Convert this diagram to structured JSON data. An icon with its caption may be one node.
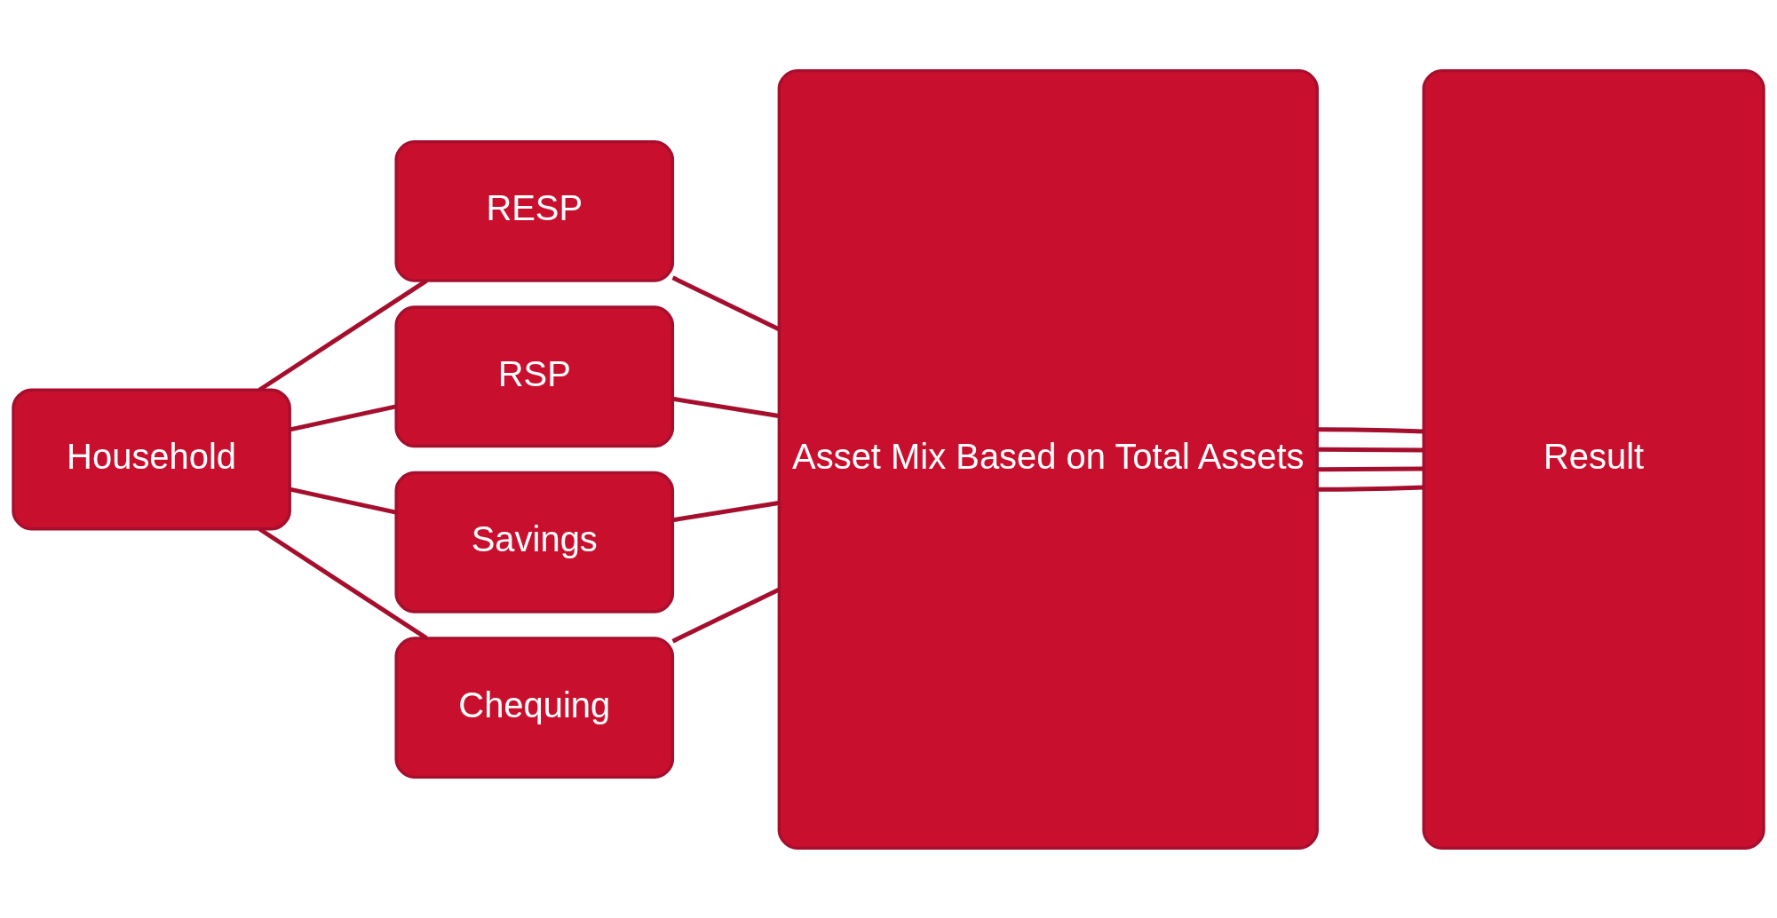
{
  "diagram": {
    "nodes": [
      {
        "text": [
          "Household"
        ]
      },
      {
        "text": [
          "RESP"
        ]
      },
      {
        "text": [
          "RSP"
        ]
      },
      {
        "text": [
          "Savings"
        ]
      },
      {
        "text": [
          "Chequing"
        ]
      },
      {
        "text": [
          "Asset Mix Based on Total Assets"
        ]
      },
      {
        "text": [
          "Result"
        ]
      }
    ],
    "edges": [
      {
        "from": 0,
        "to": 1,
        "arrow": "none"
      },
      {
        "from": 0,
        "to": 2,
        "arrow": "none"
      },
      {
        "from": 0,
        "to": 3,
        "arrow": "none"
      },
      {
        "from": 0,
        "to": 4,
        "arrow": "none"
      },
      {
        "from": 1,
        "to": 5,
        "arrow": "none"
      },
      {
        "from": 2,
        "to": 5,
        "arrow": "none"
      },
      {
        "from": 3,
        "to": 5,
        "arrow": "none"
      },
      {
        "from": 4,
        "to": 5,
        "arrow": "none"
      },
      {
        "from": 5,
        "to": 6,
        "arrow": "none"
      },
      {
        "from": 5,
        "to": 6,
        "arrow": "none"
      },
      {
        "from": 5,
        "to": 6,
        "arrow": "none"
      },
      {
        "from": 5,
        "to": 6,
        "arrow": "none"
      }
    ]
  }
}
